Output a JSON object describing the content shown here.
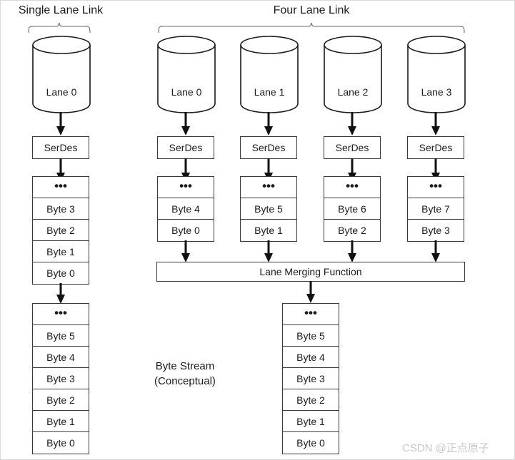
{
  "diagram": {
    "sections": [
      {
        "id": "single",
        "title": "Single Lane Link"
      },
      {
        "id": "four",
        "title": "Four Lane Link"
      }
    ],
    "single_lane": {
      "lane": {
        "label": "Lane 0"
      },
      "serdes": {
        "label": "SerDes"
      },
      "lane_stack": {
        "cells": [
          "•••",
          "Byte 3",
          "Byte 2",
          "Byte 1",
          "Byte 0"
        ]
      },
      "stream_stack": {
        "cells": [
          "•••",
          "Byte 5",
          "Byte 4",
          "Byte 3",
          "Byte 2",
          "Byte 1",
          "Byte 0"
        ]
      }
    },
    "four_lane": {
      "lanes": [
        {
          "label": "Lane 0",
          "serdes": "SerDes",
          "cells": [
            "•••",
            "Byte 4",
            "Byte 0"
          ]
        },
        {
          "label": "Lane 1",
          "serdes": "SerDes",
          "cells": [
            "•••",
            "Byte 5",
            "Byte 1"
          ]
        },
        {
          "label": "Lane 2",
          "serdes": "SerDes",
          "cells": [
            "•••",
            "Byte 6",
            "Byte 2"
          ]
        },
        {
          "label": "Lane 3",
          "serdes": "SerDes",
          "cells": [
            "•••",
            "Byte 7",
            "Byte 3"
          ]
        }
      ],
      "merging": {
        "label": "Lane Merging Function"
      },
      "stream_stack": {
        "cells": [
          "•••",
          "Byte 5",
          "Byte 4",
          "Byte 3",
          "Byte 2",
          "Byte 1",
          "Byte 0"
        ]
      }
    },
    "annotations": {
      "byte_stream_line1": "Byte Stream",
      "byte_stream_line2": "(Conceptual)"
    },
    "watermark": {
      "text": "CSDN @正点原子"
    },
    "colors": {
      "stroke": "#3a3a3a",
      "text": "#1b1b1b",
      "background": "#ffffff",
      "watermark": "#c8c8c8"
    }
  }
}
